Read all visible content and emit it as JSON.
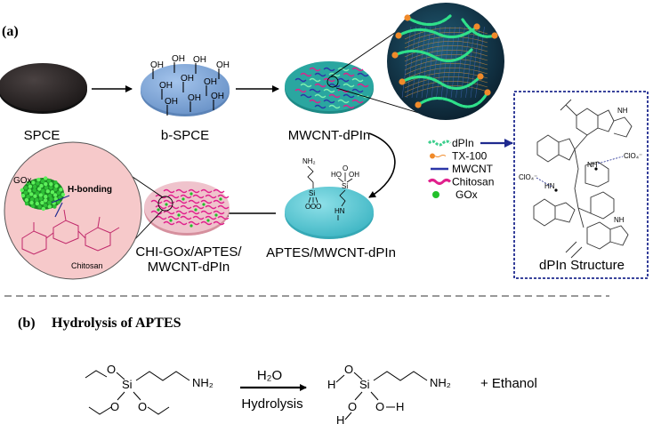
{
  "panel_a": {
    "label": "(a)",
    "stages": {
      "spce": "SPCE",
      "b_spce": "b-SPCE",
      "mwcnt_dpin": "MWCNT-dPIn",
      "aptes_mwcnt": "APTES/MWCNT-dPIn",
      "final_line1": "CHI-GOx/APTES/",
      "final_line2": "MWCNT-dPIn"
    },
    "oh_group": "OH",
    "inset": {
      "gox": "GOx",
      "hbonding": "H-bonding",
      "chitosan": "Chitosan"
    },
    "aptes_molecule": {
      "nh2": "NH₂",
      "si": "Si",
      "ho": "HO",
      "oh": "OH",
      "o": "O",
      "hn": "HN"
    },
    "legend": {
      "items": [
        {
          "label": "dPIn",
          "color": "#3ecf8e"
        },
        {
          "label": "TX-100",
          "color": "#f08a2a"
        },
        {
          "label": "MWCNT",
          "color": "#2b36a8"
        },
        {
          "label": "Chitosan",
          "color": "#e0208c"
        },
        {
          "label": "GOx",
          "color": "#22c02a"
        }
      ]
    },
    "structure": {
      "title": "dPIn Structure",
      "nh": "NH",
      "hn": "HN",
      "clo4": "ClO₄⁻"
    }
  },
  "panel_b": {
    "label": "(b)",
    "title": "Hydrolysis of APTES",
    "reactant": {
      "o": "O",
      "si": "Si",
      "nh2": "NH₂"
    },
    "arrow_top": "H₂O",
    "arrow_bottom": "Hydrolysis",
    "product": {
      "h": "H",
      "o": "O",
      "si": "Si",
      "nh2": "NH₂"
    },
    "byproduct": "+ Ethanol"
  },
  "colors": {
    "spce": "#2a2424",
    "b_spce": "#7ea8d8",
    "mwcnt_disc": "#2aa6a0",
    "aptes_disc": "#5ccbd6",
    "final_disc": "#efc3cc",
    "inset_bg": "#f6c9ca",
    "structure_frame": "#1f2a8f"
  }
}
